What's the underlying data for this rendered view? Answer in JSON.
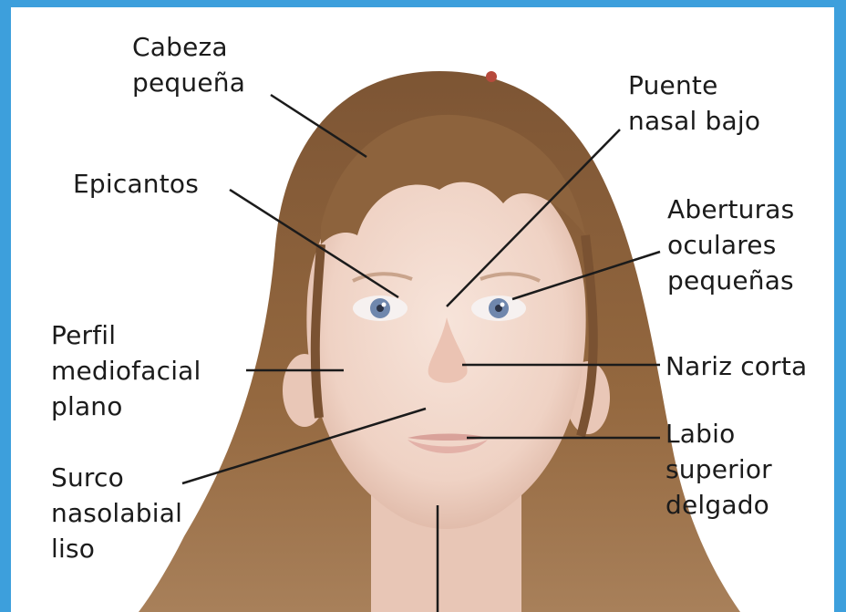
{
  "colors": {
    "background": "#3d9fdc",
    "panel": "#ffffff",
    "hair": "#8a6040",
    "skin": "#f2d8cc",
    "iris": "#6f87ad",
    "lips": "#d9a29a",
    "leader_line": "#1b1b1b"
  },
  "illustration": "illustrated girl's face with labeled facial features",
  "labels": {
    "cabeza_pequena": "Cabeza\npequeña",
    "puente_nasal_bajo": "Puente\nnasal bajo",
    "epicantos": "Epicantos",
    "aberturas_oculares": "Aberturas\noculares\npequeñas",
    "perfil_mediofacial": "Perfil\nmediofacial\nplano",
    "nariz_corta": "Nariz corta",
    "labio_superior": "Labio\nsuperior\ndelgado",
    "surco_nasolabial": "Surco\nnasolabial\nliso"
  }
}
